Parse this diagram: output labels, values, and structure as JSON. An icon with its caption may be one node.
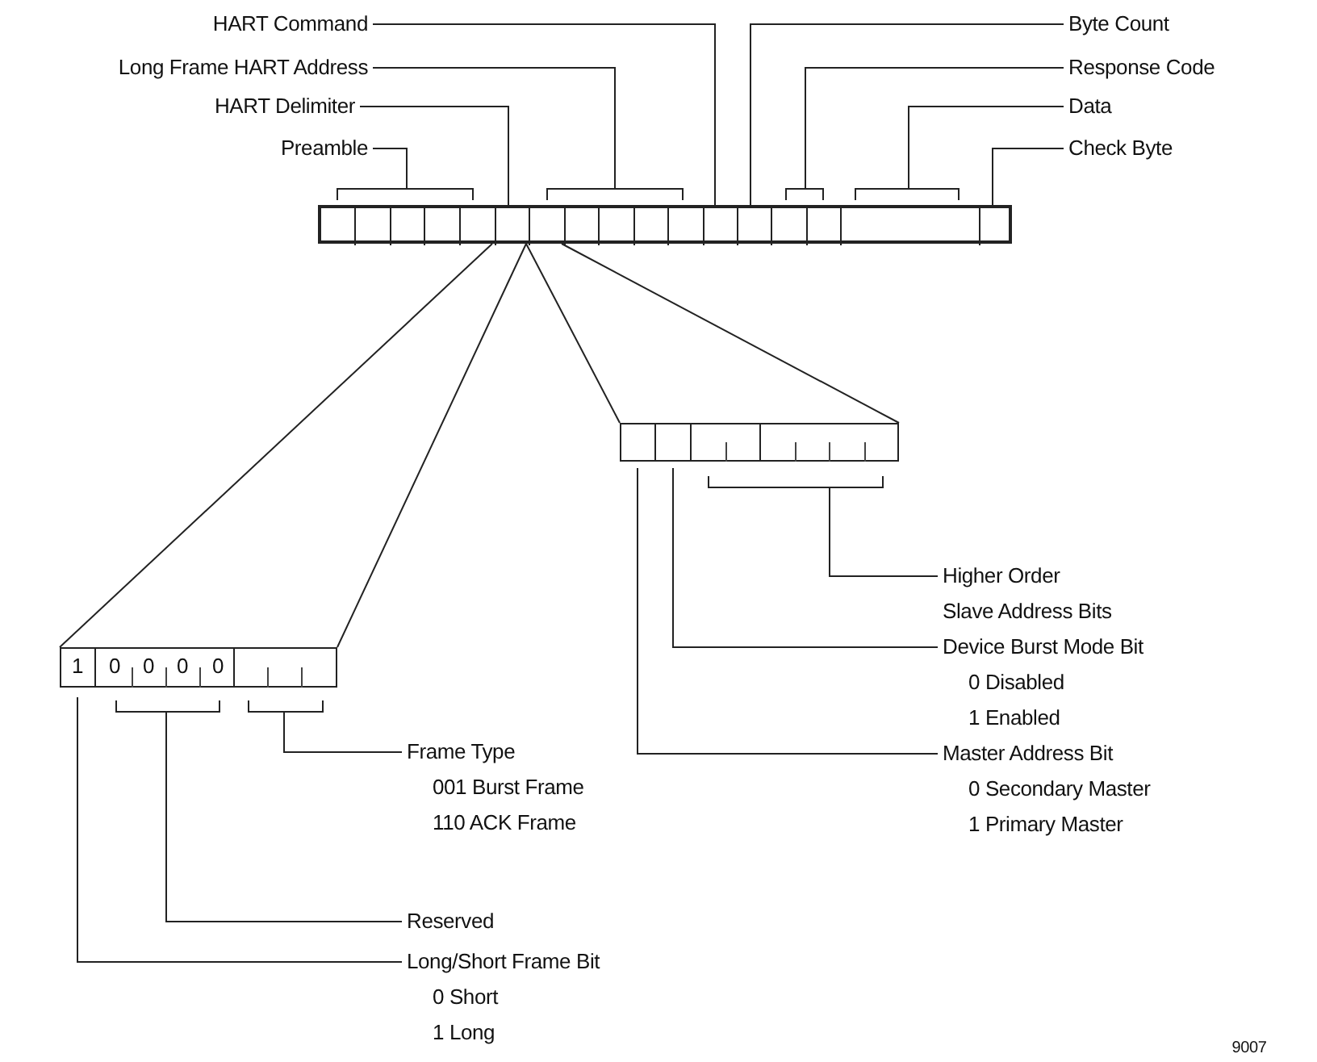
{
  "diagram": {
    "nodes": [
      {
        "text": [
          "HART Command"
        ]
      },
      {
        "text": [
          "Byte Count"
        ]
      },
      {
        "text": [
          "Long Frame HART Address"
        ]
      },
      {
        "text": [
          "Response Code"
        ]
      },
      {
        "text": [
          "HART Delimiter"
        ]
      },
      {
        "text": [
          "Data"
        ]
      },
      {
        "text": [
          "Preamble"
        ]
      },
      {
        "text": [
          "Check Byte"
        ]
      },
      {
        "text": [],
        "shape": "bar"
      },
      {
        "text": [],
        "shape": "box"
      },
      {
        "text": [
          "Higher Order Slave Address Bits"
        ]
      },
      {
        "text": [],
        "shape": "box"
      },
      {
        "text": [
          "Device Burst Mode Bit",
          "0 Disabled",
          "1 Enabled"
        ]
      },
      {
        "text": [
          "Frame Type",
          "001 Burst Frame",
          "110 ACK Frame"
        ]
      },
      {
        "text": [
          "Master Address Bit",
          "0 Secondary Master",
          "1 Primary Master"
        ]
      },
      {
        "text": [
          "Reserved"
        ]
      },
      {
        "text": [
          "Long/Short Frame Bit",
          "0 Short",
          "1 Long"
        ]
      }
    ],
    "edges": [
      {
        "from": 0,
        "to": 8,
        "arrow": "none"
      },
      {
        "from": 1,
        "to": 8,
        "arrow": "none"
      },
      {
        "from": 2,
        "to": 8,
        "arrow": "none"
      },
      {
        "from": 3,
        "to": 8,
        "arrow": "none"
      },
      {
        "from": 4,
        "to": 8,
        "arrow": "none"
      },
      {
        "from": 5,
        "to": 8,
        "arrow": "none"
      },
      {
        "from": 6,
        "to": 8,
        "arrow": "none"
      },
      {
        "from": 7,
        "to": 8,
        "arrow": "none"
      },
      {
        "from": 8,
        "to": 11,
        "arrow": "none"
      },
      {
        "from": 8,
        "to": 11,
        "arrow": "none"
      },
      {
        "from": 8,
        "to": 9,
        "arrow": "none"
      },
      {
        "from": 8,
        "to": 9,
        "arrow": "none"
      },
      {
        "from": 10,
        "to": null,
        "arrow": "none"
      },
      {
        "from": 12,
        "to": 9,
        "arrow": "none"
      },
      {
        "from": 14,
        "to": 9,
        "arrow": "none"
      },
      {
        "from": 13,
        "to": null,
        "arrow": "none"
      },
      {
        "from": 15,
        "to": null,
        "arrow": "none"
      },
      {
        "from": 16,
        "to": 11,
        "arrow": "none"
      }
    ],
    "labels": [
      "1",
      "0",
      "0",
      "0",
      "0",
      "9007"
    ]
  }
}
